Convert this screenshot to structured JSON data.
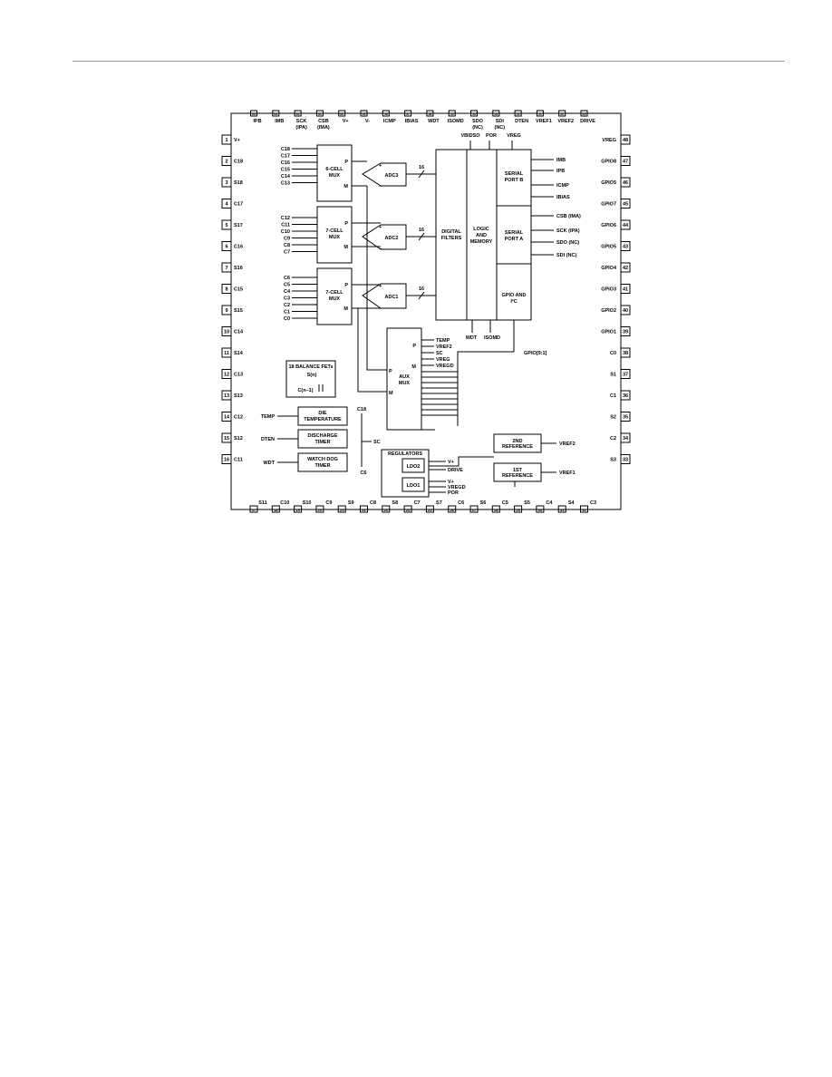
{
  "colors": {
    "line": "#000000",
    "rule": "#999999",
    "bg": "#ffffff"
  },
  "top_pins": [
    {
      "num": "64",
      "label": "IPB"
    },
    {
      "num": "63",
      "label": "IMB"
    },
    {
      "num": "62",
      "label": "SCK",
      "label2": "(IPA)"
    },
    {
      "num": "61",
      "label": "CSB",
      "label2": "(IMA)"
    },
    {
      "num": "60",
      "label": "V+"
    },
    {
      "num": "59",
      "label": "V-"
    },
    {
      "num": "58",
      "label": "ICMP"
    },
    {
      "num": "57",
      "label": "IBIAS"
    },
    {
      "num": "56",
      "label": "WDT"
    },
    {
      "num": "55",
      "label": "ISOMD"
    },
    {
      "num": "54",
      "label": "SDO",
      "label2": "(NC)"
    },
    {
      "num": "53",
      "label": "SDI",
      "label2": "(NC)"
    },
    {
      "num": "52",
      "label": "DTEN"
    },
    {
      "num": "51",
      "label": "VREF1"
    },
    {
      "num": "50",
      "label": "VREF2"
    },
    {
      "num": "49",
      "label": "DRIVE"
    }
  ],
  "left_pins": [
    {
      "num": "1",
      "label": "V+"
    },
    {
      "num": "2",
      "label": "C18"
    },
    {
      "num": "3",
      "label": "S18"
    },
    {
      "num": "4",
      "label": "C17"
    },
    {
      "num": "5",
      "label": "S17"
    },
    {
      "num": "6",
      "label": "C16"
    },
    {
      "num": "7",
      "label": "S16"
    },
    {
      "num": "8",
      "label": "C15"
    },
    {
      "num": "9",
      "label": "S15"
    },
    {
      "num": "10",
      "label": "C14"
    },
    {
      "num": "11",
      "label": "S14"
    },
    {
      "num": "12",
      "label": "C13"
    },
    {
      "num": "13",
      "label": "S13"
    },
    {
      "num": "14",
      "label": "C12"
    },
    {
      "num": "15",
      "label": "S12"
    },
    {
      "num": "16",
      "label": "C11"
    }
  ],
  "right_pins": [
    {
      "num": "48",
      "label": "VREG"
    },
    {
      "num": "47",
      "label": "GPIO8"
    },
    {
      "num": "46",
      "label": "GPIO5"
    },
    {
      "num": "45",
      "label": "GPIO7"
    },
    {
      "num": "44",
      "label": "GPIO6"
    },
    {
      "num": "43",
      "label": "GPIO5"
    },
    {
      "num": "42",
      "label": "GPIO4"
    },
    {
      "num": "41",
      "label": "GPIO3"
    },
    {
      "num": "40",
      "label": "GPIO2"
    },
    {
      "num": "39",
      "label": "GPIO1"
    },
    {
      "num": "38",
      "label": "C0"
    },
    {
      "num": "37",
      "label": "S1"
    },
    {
      "num": "36",
      "label": "C1"
    },
    {
      "num": "35",
      "label": "S2"
    },
    {
      "num": "34",
      "label": "C2"
    },
    {
      "num": "33",
      "label": "S3"
    }
  ],
  "bottom_pins": [
    {
      "num": "17",
      "label": "S11"
    },
    {
      "num": "18",
      "label": "C10"
    },
    {
      "num": "19",
      "label": "S10"
    },
    {
      "num": "20",
      "label": "C9"
    },
    {
      "num": "21",
      "label": "S9"
    },
    {
      "num": "22",
      "label": "C8"
    },
    {
      "num": "23",
      "label": "S8"
    },
    {
      "num": "24",
      "label": "C7"
    },
    {
      "num": "25",
      "label": "S7"
    },
    {
      "num": "26",
      "label": "C6"
    },
    {
      "num": "27",
      "label": "S6"
    },
    {
      "num": "28",
      "label": "C5"
    },
    {
      "num": "29",
      "label": "S5"
    },
    {
      "num": "30",
      "label": "C4"
    },
    {
      "num": "31",
      "label": "S4"
    },
    {
      "num": "32",
      "label": "C3"
    }
  ],
  "mux6": {
    "line1": "6-CELL",
    "line2": "MUX",
    "p": "P",
    "m": "M",
    "inputs": [
      "C18",
      "C17",
      "C16",
      "C15",
      "C14",
      "C13"
    ]
  },
  "mux7a": {
    "line1": "7-CELL",
    "line2": "MUX",
    "p": "P",
    "m": "M",
    "inputs": [
      "C12",
      "C11",
      "C10",
      "C9",
      "C8",
      "C7"
    ]
  },
  "mux7b": {
    "line1": "7-CELL",
    "line2": "MUX",
    "p": "P",
    "m": "M",
    "inputs": [
      "C6",
      "C5",
      "C4",
      "C3",
      "C2",
      "C1",
      "C0"
    ]
  },
  "adcs": [
    {
      "label": "ADC3",
      "plus": "+",
      "minus": "–",
      "bits": "16"
    },
    {
      "label": "ADC2",
      "plus": "+",
      "minus": "–",
      "bits": "16"
    },
    {
      "label": "ADC1",
      "plus": "+",
      "minus": "–",
      "bits": "16"
    }
  ],
  "digital_filters": {
    "line1": "DIGITAL",
    "line2": "FILTERS"
  },
  "logic": {
    "line1": "LOGIC",
    "line2": "AND",
    "line3": "MEMORY",
    "top1": "VBIDSO",
    "top2": "POR",
    "top3": "VREG",
    "bot1": "WDT",
    "bot2": "ISOMD"
  },
  "spb": {
    "line1": "SERIAL",
    "line2": "PORT B",
    "sigs": [
      "IMB",
      "IPB",
      "ICMP",
      "IBIAS"
    ]
  },
  "spa": {
    "line1": "SERIAL",
    "line2": "PORT A",
    "sigs": [
      "CSB (IMA)",
      "SCK (IPA)",
      "SDO (NC)",
      "SDI (NC)"
    ]
  },
  "gpio": {
    "line1": "GPIO AND",
    "line2": "I²C",
    "bus": "GPIO[9:1]"
  },
  "aux": {
    "line1": "AUX",
    "line2": "MUX",
    "p": "P",
    "m": "M",
    "bigp": "P",
    "bigm": "M",
    "sigs": [
      "TEMP",
      "VREF2",
      "SC",
      "VREG",
      "VREGD"
    ]
  },
  "balance": {
    "title": "18 BALANCE FETs",
    "s": "S(n)",
    "c": "C(n–1)"
  },
  "die_temp": {
    "line1": "DIE",
    "line2": "TEMPERATURE",
    "sig": "TEMP"
  },
  "discharge": {
    "line1": "DISCHARGE",
    "line2": "TIMER",
    "sig": "DTEN"
  },
  "watchdog": {
    "line1": "WATCH DOG",
    "line2": "TIMER",
    "sig": "WDT"
  },
  "sc": {
    "top": "C18",
    "mid": "SC",
    "bottom": "C6"
  },
  "regulators": {
    "title": "REGULATORS",
    "ldo2": "LDO2",
    "ldo1": "LDO1",
    "sigs2": [
      "V+",
      "DRIVE"
    ],
    "sigs1": [
      "V+",
      "VREGD",
      "POR"
    ]
  },
  "ref2": {
    "line1": "2ND",
    "line2": "REFERENCE",
    "sig": "VREF2"
  },
  "ref1": {
    "line1": "1ST",
    "line2": "REFERENCE",
    "sig": "VREF1"
  }
}
